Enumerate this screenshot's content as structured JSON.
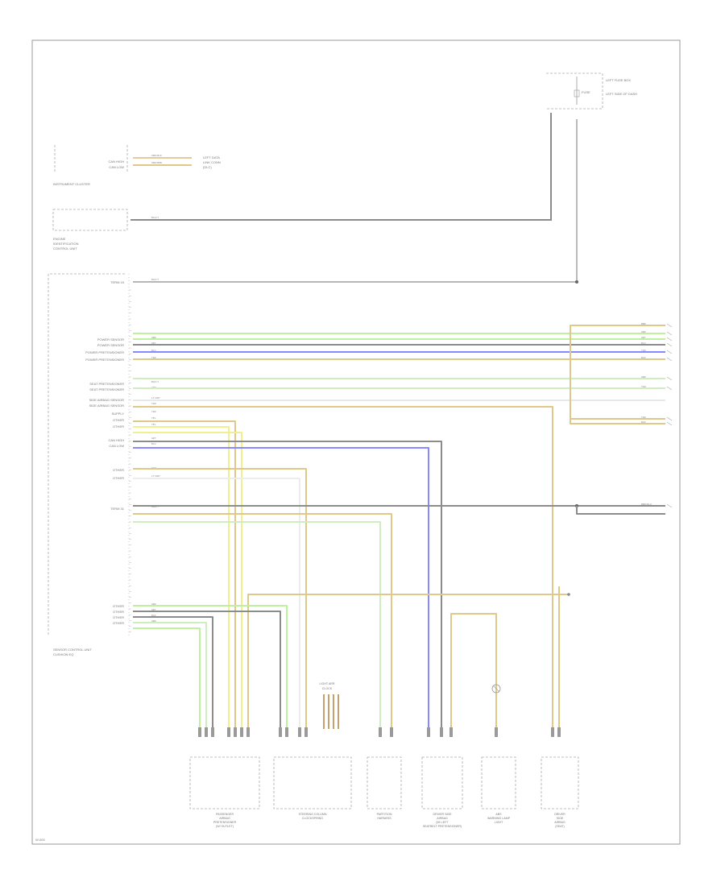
{
  "colors": {
    "green": "#bff0a0",
    "gray": "#8c8c8c",
    "blue": "#8888ff",
    "tan": "#e0c888",
    "yellow": "#f0f090",
    "lightgreen": "#cfeec0",
    "frame": "#999999"
  },
  "fuse_box": {
    "label1": "LEFT FUSE BOX",
    "label2": "LEFT SIDE OF DASH",
    "label3": "FUSE"
  },
  "instrument_cluster": {
    "title": "INSTRUMENT CLUSTER",
    "pins": [
      "CAN HIGH",
      "CAN LOW"
    ],
    "wires": [
      "ORN/BLK",
      "ORN/BRN"
    ],
    "dest": [
      "LEFT DATA",
      "LINK CONN",
      "(DLC)"
    ]
  },
  "engine_ecu": {
    "title": [
      "ENGINE",
      "IDENTIFICATION",
      "CONTROL UNIT"
    ],
    "wire": "BLU/Y"
  },
  "control_unit": {
    "title": [
      "SENSOR CONTROL UNIT",
      "CUSHION EQ"
    ],
    "top_pin": "TERM 15",
    "top_wire": "BLK/Y",
    "mid_pin": "TERM 31",
    "mid_wire": "BRN/Y",
    "pins": [
      {
        "label": "POWER SENSOR",
        "wire": "GRN"
      },
      {
        "label": "POWER SENSOR",
        "wire": "GRY"
      },
      {
        "label": "POWER PRETENSIONER",
        "wire": "BLU"
      },
      {
        "label": "POWER PRETENSIONER",
        "wire": "TAN"
      },
      {
        "label": "SEAT PRETENSIONER",
        "wire": "BLK/Y"
      },
      {
        "label": "SEAT PRETENSIONER",
        "wire": "GRN"
      },
      {
        "label": "SIDE AIRBAG SENSOR",
        "wire": "LT/GRY"
      },
      {
        "label": "SIDE AIRBAG SENSOR",
        "wire": "TAN"
      },
      {
        "label": "SUPPLY",
        "wire": "TAN"
      },
      {
        "label": "OTHER",
        "wire": "YEL"
      },
      {
        "label": "OTHER",
        "wire": "YEL"
      },
      {
        "label": "CAN HIGH",
        "wire": "GRY"
      },
      {
        "label": "CAN LOW",
        "wire": "BLU"
      },
      {
        "label": "OTHER",
        "wire": "TAN"
      },
      {
        "label": "OTHER",
        "wire": "LT/GRY"
      },
      {
        "label": "OTHER",
        "wire": "GRN"
      },
      {
        "label": "OTHER",
        "wire": "GRY"
      },
      {
        "label": "OTHER",
        "wire": "BLK"
      },
      {
        "label": "OTHER",
        "wire": "GRN"
      }
    ],
    "right_wires": [
      "BRN",
      "GRN",
      "GRY",
      "BLU",
      "TAN",
      "BLK",
      "GRN",
      "TAN",
      "TAN",
      "BLK",
      "BRN/BLU"
    ]
  },
  "components": [
    {
      "name": [
        "PASSENGER",
        "AIRBAG",
        "PRETENSIONER",
        "(W/ OUTLET)"
      ]
    },
    {
      "name": [
        "STEERING COLUMN",
        "CLOCKSPRING"
      ]
    },
    {
      "name": [
        "PARTITION",
        "HARNESS"
      ]
    },
    {
      "name": [
        "DRIVER SIDE",
        "AIRBAG",
        "(W/ LEFT",
        "SEATBELT PRETENSIONER)"
      ]
    },
    {
      "name": [
        "ABS",
        "WARNING LAMP",
        "LIGHT"
      ]
    },
    {
      "name": [
        "DRIVER",
        "SIDE",
        "AIRBAG",
        "(SEAT)"
      ]
    }
  ],
  "clockspring_top": [
    "LIGHT ARR",
    "CLOCK"
  ],
  "footer_code": "W-000"
}
